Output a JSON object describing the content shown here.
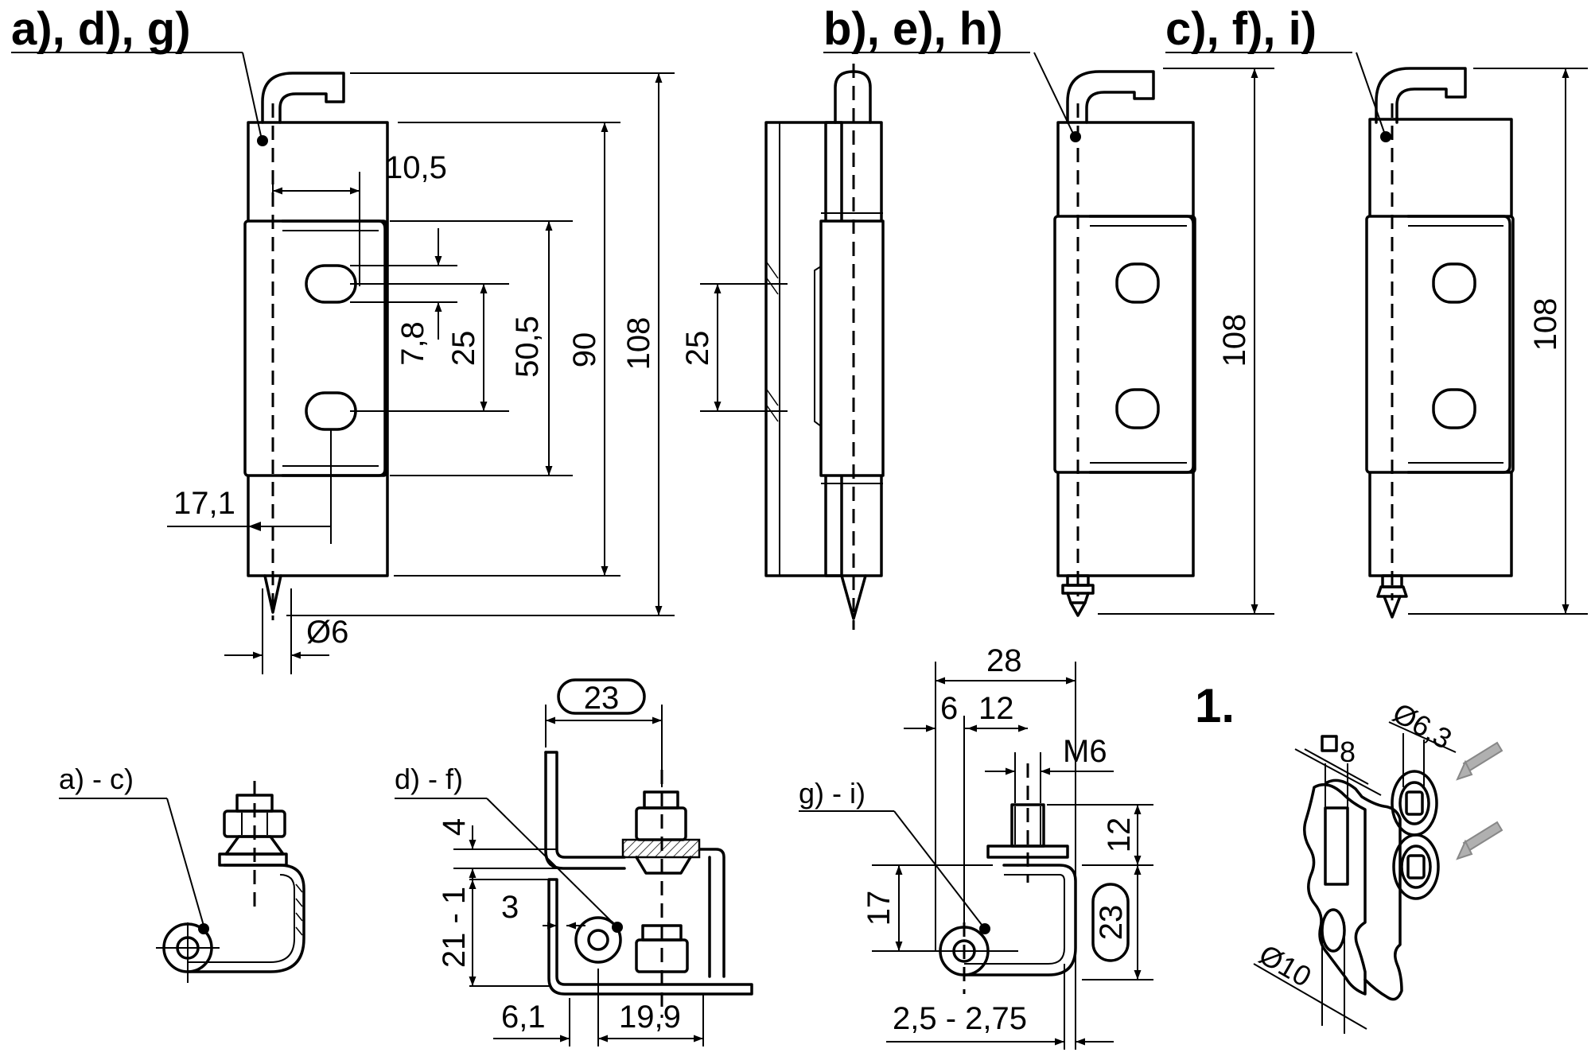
{
  "headers": {
    "adg": "a), d), g)",
    "beh": "b), e), h)",
    "cfi": "c), f), i)"
  },
  "front_dims": {
    "d_10_5": "10,5",
    "d_7_8": "7,8",
    "d_25": "25",
    "d_50_5": "50,5",
    "d_90": "90",
    "d_108": "108",
    "d_17_1": "17,1",
    "d_dia6": "Ø6"
  },
  "side_dims": {
    "d_25": "25"
  },
  "h_dims": {
    "d_108": "108"
  },
  "i_dims": {
    "d_108": "108"
  },
  "section_labels": {
    "ac": "a) - c)",
    "df": "d) - f)",
    "gi": "g) - i)"
  },
  "df_dims": {
    "d_23": "23",
    "d_4": "4",
    "d_3": "3",
    "d_21_1": "21 - 1",
    "d_6_1": "6,1",
    "d_19_9": "19,9"
  },
  "gi_dims": {
    "d_28": "28",
    "d_6": "6",
    "d_12": "12",
    "d_m6": "M6",
    "d_12v": "12",
    "d_17": "17",
    "d_23": "23",
    "d_2_5": "2,5 - 2,75"
  },
  "detail": {
    "label": "1.",
    "d_sq8": "8",
    "d_dia6_3": "Ø6,3",
    "d_dia10": "Ø10"
  }
}
